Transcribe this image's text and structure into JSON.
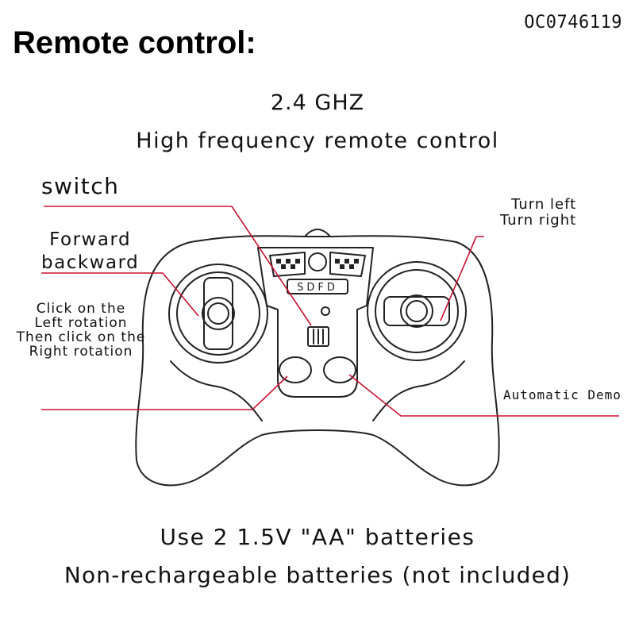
{
  "product_code": "OC0746119",
  "title": "Remote control:",
  "subtitle_frequency": "2.4 GHZ",
  "subtitle_description": "High frequency remote control",
  "labels": {
    "switch": "switch",
    "forward_backward": [
      "Forward",
      "backward"
    ],
    "turn": [
      "Turn left",
      "Turn right"
    ],
    "rotation": [
      "Click on the",
      "Left rotation",
      "Then click on the",
      "Right rotation"
    ],
    "demo": "Automatic Demo"
  },
  "emblem_text": "SDFD",
  "battery_lines": [
    "Use 2 1.5V \"AA\" batteries",
    "Non-rechargeable batteries (not included)"
  ],
  "colors": {
    "leader_line": "#c8102e",
    "outline": "#222222",
    "text": "#111111"
  }
}
